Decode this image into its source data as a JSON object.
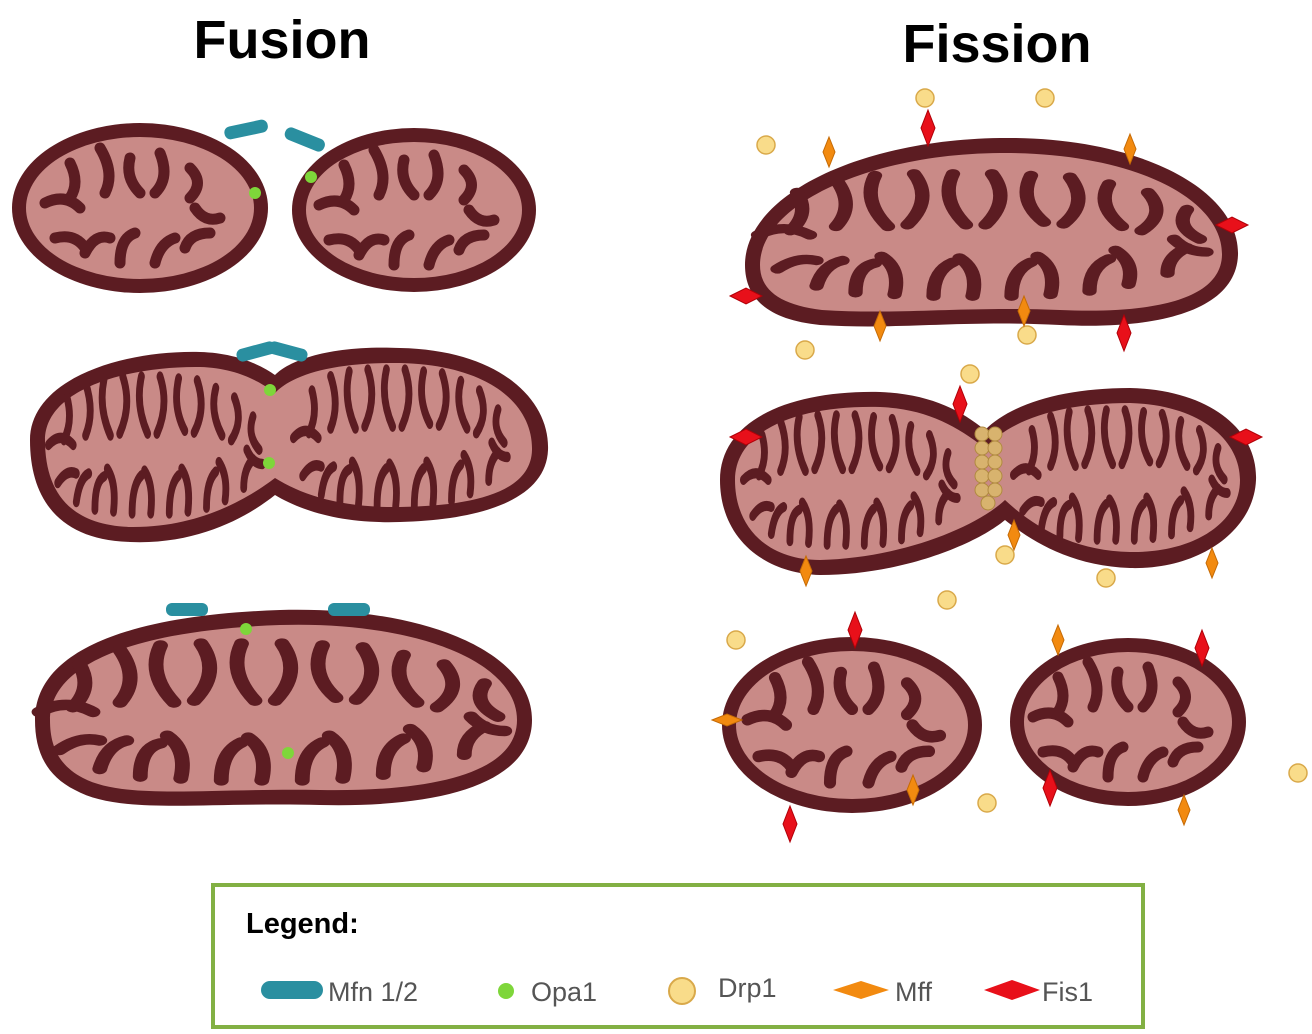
{
  "titles": {
    "fusion": "Fusion",
    "fission": "Fission"
  },
  "legend": {
    "title": "Legend:",
    "items": [
      {
        "label": "Mfn 1/2",
        "icon": "mfn-rod-icon",
        "color": "#2a8fa0"
      },
      {
        "label": "Opa1",
        "icon": "opa1-dot-icon",
        "color": "#7ed63a"
      },
      {
        "label": "Drp1",
        "icon": "drp1-circle-icon",
        "color": "#f9dc8a"
      },
      {
        "label": "Mff",
        "icon": "mff-diamond-icon",
        "color": "#f28a10"
      },
      {
        "label": "Fis1",
        "icon": "fis1-diamond-icon",
        "color": "#e8101a"
      }
    ]
  },
  "colors": {
    "membrane": "#5c1c22",
    "matrix": "#c98a87",
    "legend_border": "#82b043"
  }
}
